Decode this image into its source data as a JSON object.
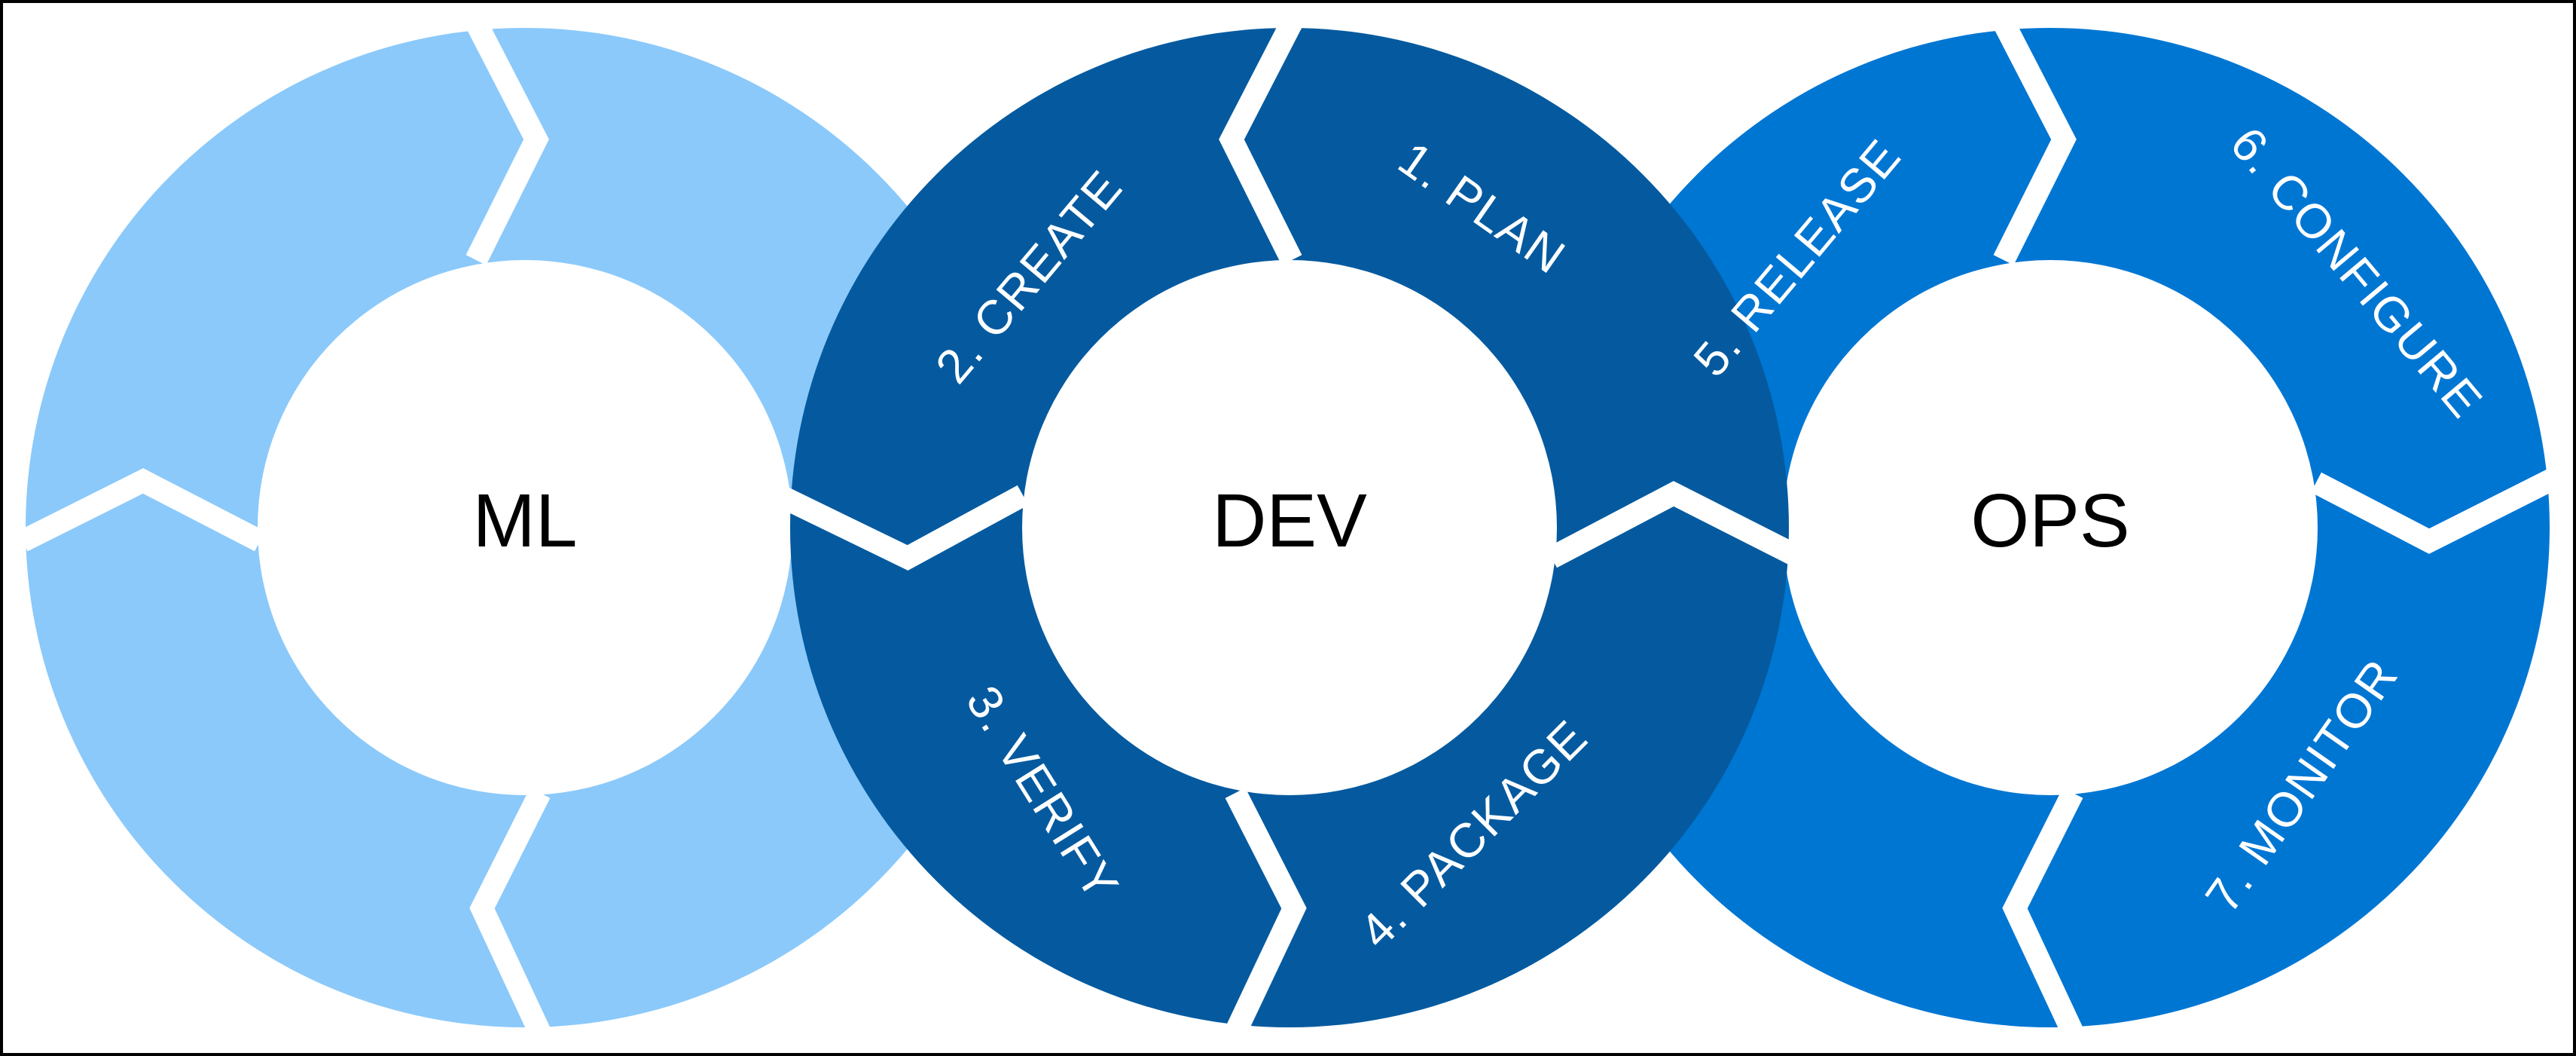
{
  "colors": {
    "ml": "#8BC9FA",
    "dev": "#055A9F",
    "ops": "#0076D3",
    "separator": "#ffffff",
    "frame": "#000000"
  },
  "hubs": {
    "ml": "ML",
    "dev": "DEV",
    "ops": "OPS"
  },
  "steps": {
    "plan": "1. PLAN",
    "create": "2. CREATE",
    "verify": "3. VERIFY",
    "package": "4. PACKAGE",
    "release": "5. RELEASE",
    "configure": "6. CONFIGURE",
    "monitor": "7. MONITOR"
  }
}
